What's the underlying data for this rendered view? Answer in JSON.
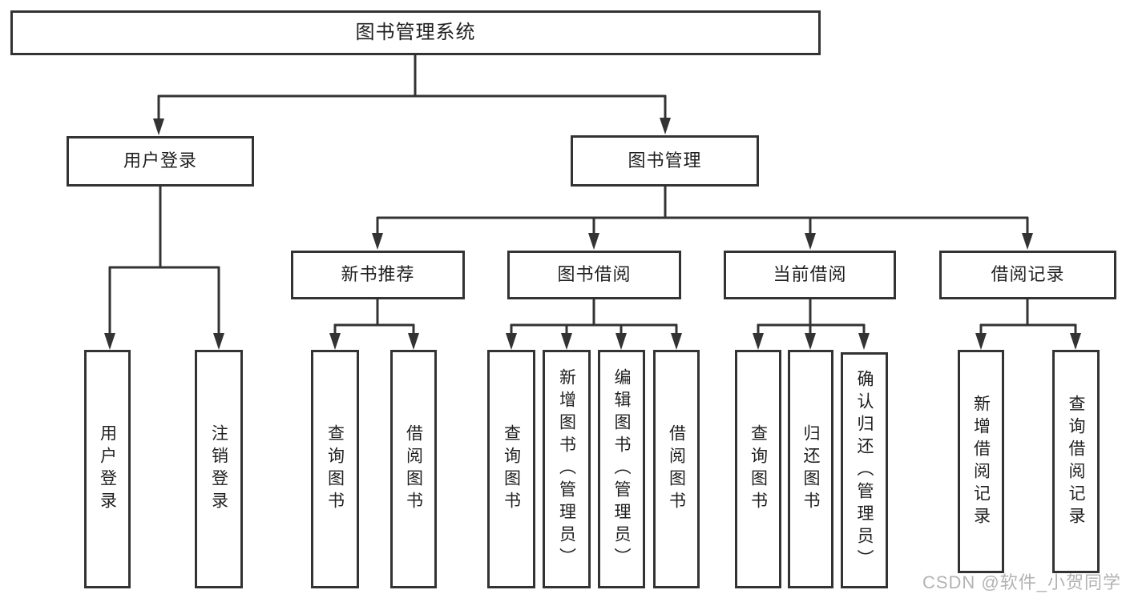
{
  "diagram": {
    "root": {
      "label": "图书管理系统"
    },
    "branches": [
      {
        "label": "用户登录",
        "children": [
          {
            "label": "用户登录"
          },
          {
            "label": "注销登录"
          }
        ]
      },
      {
        "label": "图书管理",
        "groups": [
          {
            "label": "新书推荐",
            "children": [
              {
                "label": "查询图书"
              },
              {
                "label": "借阅图书"
              }
            ]
          },
          {
            "label": "图书借阅",
            "children": [
              {
                "label": "查询图书"
              },
              {
                "label": "新增图书（管理员）"
              },
              {
                "label": "编辑图书（管理员）"
              },
              {
                "label": "借阅图书"
              }
            ]
          },
          {
            "label": "当前借阅",
            "children": [
              {
                "label": "查询图书"
              },
              {
                "label": "归还图书"
              },
              {
                "label": "确认归还（管理员）"
              }
            ]
          },
          {
            "label": "借阅记录",
            "children": [
              {
                "label": "新增借阅记录"
              },
              {
                "label": "查询借阅记录"
              }
            ]
          }
        ]
      }
    ]
  },
  "watermark": {
    "text": "CSDN @软件_小贺同学"
  },
  "colors": {
    "line": "#333333",
    "text": "#1f1f1f",
    "watermark": "#b3b3b3",
    "background": "#ffffff"
  }
}
